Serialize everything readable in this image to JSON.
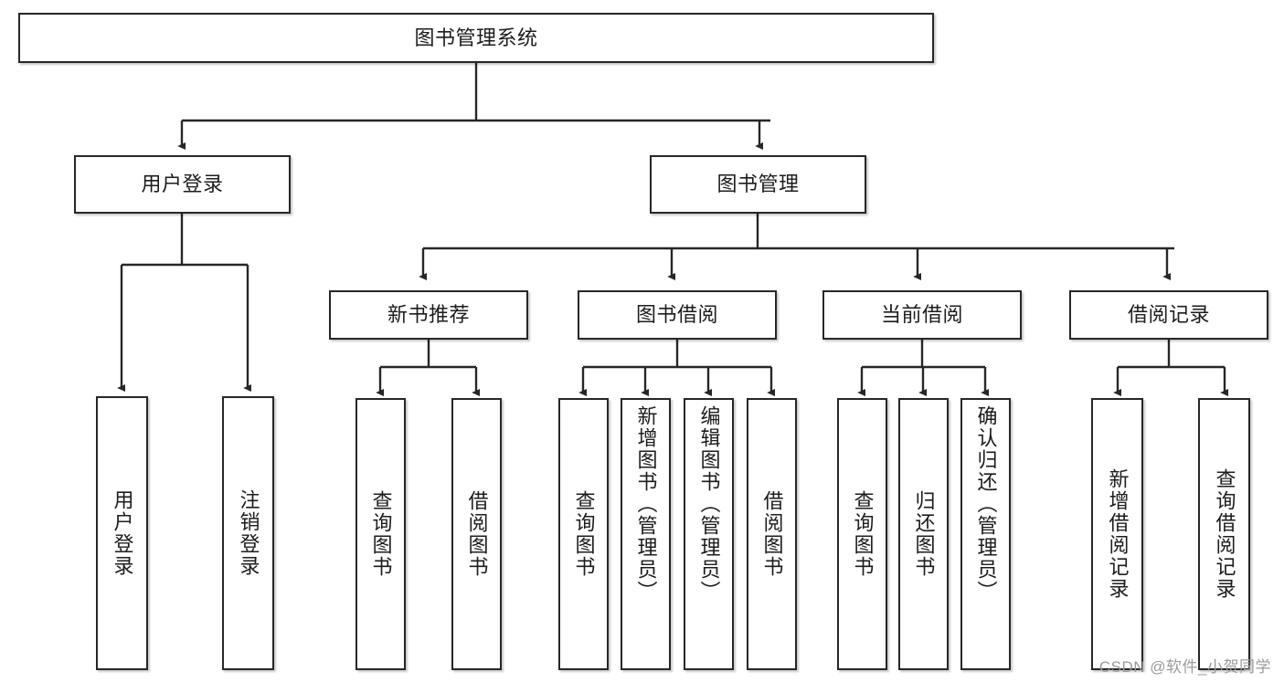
{
  "diagram": {
    "title": "图书管理系统",
    "type": "tree",
    "watermark": "CSDN @软件_小贺同学",
    "colors": {
      "stroke": "#272727",
      "fill": "#ffffff",
      "text": "#1c1c1c",
      "watermark": "#9b9b9b"
    },
    "nodes": {
      "root": "图书管理系统",
      "level1": [
        "用户登录",
        "图书管理"
      ],
      "level2": [
        "新书推荐",
        "图书借阅",
        "当前借阅",
        "借阅记录"
      ],
      "leaves": {
        "user_login": [
          "用户登录",
          "注销登录"
        ],
        "new_book": [
          "查询图书",
          "借阅图书"
        ],
        "book_borrow": [
          "查询图书",
          "新增图书（管理员）",
          "编辑图书（管理员）",
          "借阅图书"
        ],
        "current_borrow": [
          "查询图书",
          "归还图书",
          "确认归还（管理员）"
        ],
        "borrow_record": [
          "新增借阅记录",
          "查询借阅记录"
        ]
      }
    },
    "edges": [
      {
        "from": "图书管理系统",
        "to": "用户登录"
      },
      {
        "from": "图书管理系统",
        "to": "图书管理"
      },
      {
        "from": "用户登录",
        "to": "用户登录"
      },
      {
        "from": "用户登录",
        "to": "注销登录"
      },
      {
        "from": "图书管理",
        "to": "新书推荐"
      },
      {
        "from": "图书管理",
        "to": "图书借阅"
      },
      {
        "from": "图书管理",
        "to": "当前借阅"
      },
      {
        "from": "图书管理",
        "to": "借阅记录"
      },
      {
        "from": "新书推荐",
        "to": "查询图书"
      },
      {
        "from": "新书推荐",
        "to": "借阅图书"
      },
      {
        "from": "图书借阅",
        "to": "查询图书"
      },
      {
        "from": "图书借阅",
        "to": "新增图书（管理员）"
      },
      {
        "from": "图书借阅",
        "to": "编辑图书（管理员）"
      },
      {
        "from": "图书借阅",
        "to": "借阅图书"
      },
      {
        "from": "当前借阅",
        "to": "查询图书"
      },
      {
        "from": "当前借阅",
        "to": "归还图书"
      },
      {
        "from": "当前借阅",
        "to": "确认归还（管理员）"
      },
      {
        "from": "借阅记录",
        "to": "新增借阅记录"
      },
      {
        "from": "借阅记录",
        "to": "查询借阅记录"
      }
    ]
  }
}
